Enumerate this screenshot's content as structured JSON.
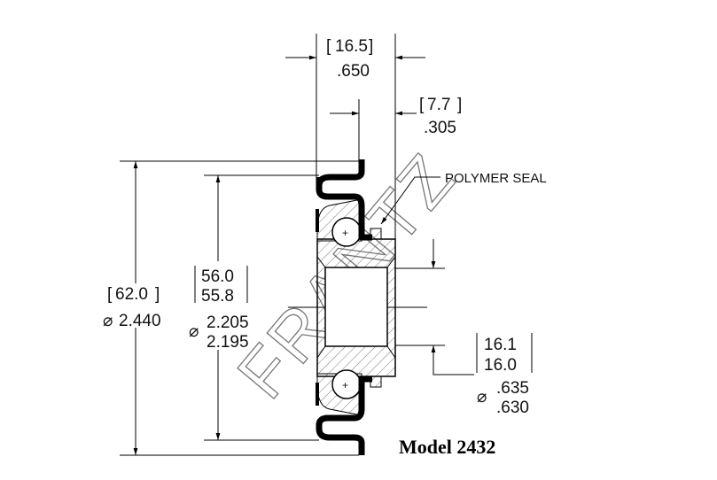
{
  "drawing": {
    "model_label": "Model 2432",
    "callout": "POLYMER SEAL",
    "watermark": "FRANTZ",
    "dims": {
      "width_overall": {
        "mm": "16.5",
        "in": ".650"
      },
      "inner_offset": {
        "mm": "7.7",
        "in": ".305"
      },
      "outer_diameter": {
        "mm": "62.0",
        "in": "2.440"
      },
      "housing_diameter": {
        "mm_max": "56.0",
        "mm_min": "55.8",
        "in_max": "2.205",
        "in_min": "2.195"
      },
      "bore_diameter": {
        "mm_max": "16.1",
        "mm_min": "16.0",
        "in_max": ".635",
        "in_min": ".630"
      }
    },
    "diameter_symbol": "⌀"
  }
}
